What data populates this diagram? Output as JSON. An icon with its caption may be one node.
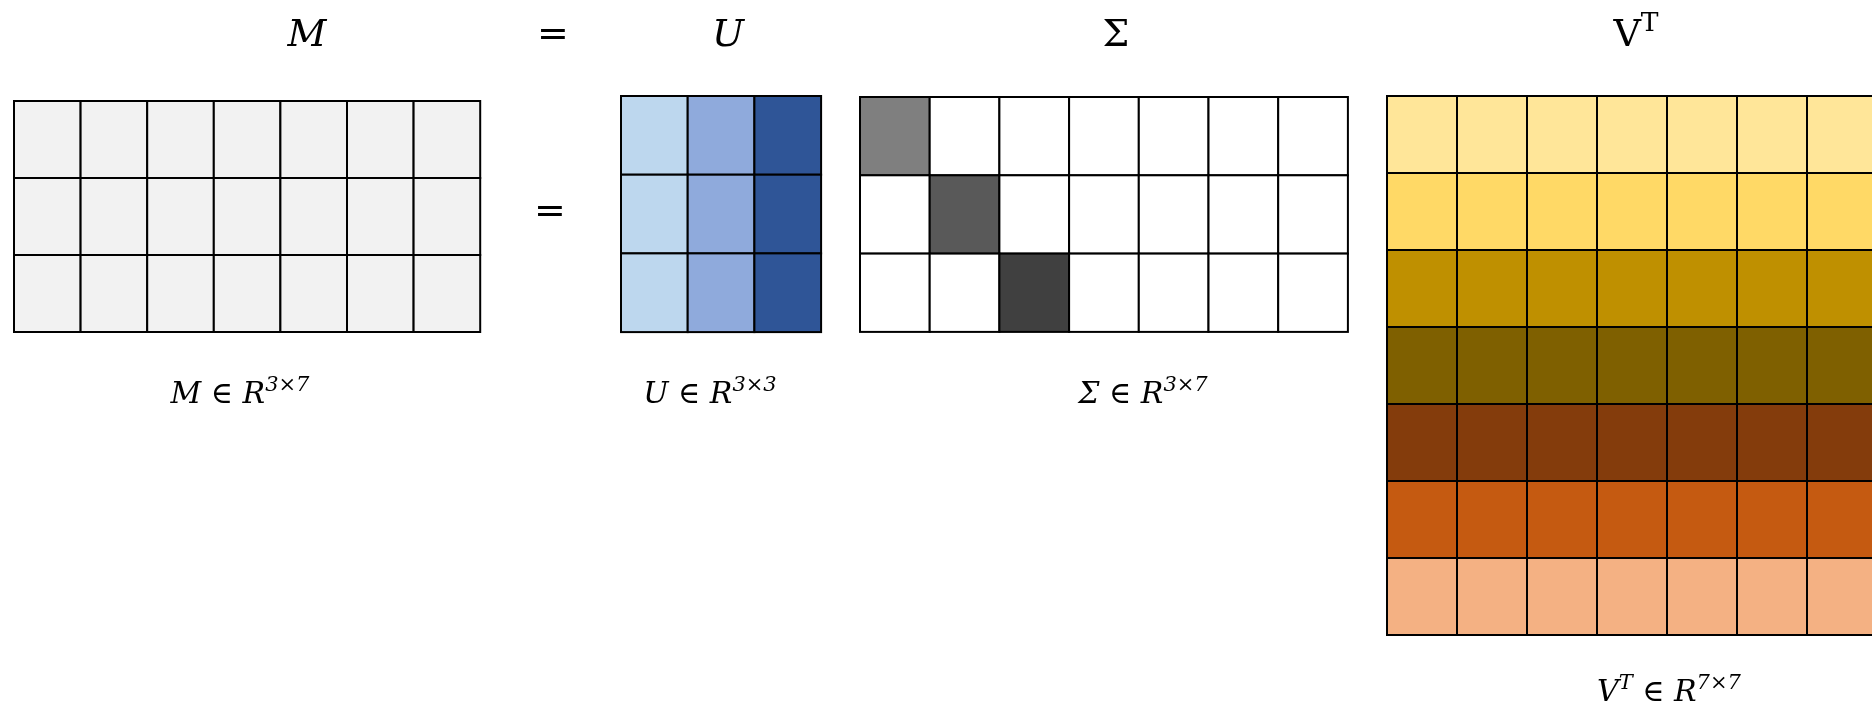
{
  "diagram": {
    "labels": [
      "M",
      "=",
      "U",
      "Σ",
      "V$^{T}$",
      "=",
      "M ∈ R$^{3×7}$",
      "U ∈ R$^{3×3}$",
      "Σ ∈ R$^{3×7}$",
      "V$^{T}$ ∈ R$^{7×7}$"
    ]
  }
}
